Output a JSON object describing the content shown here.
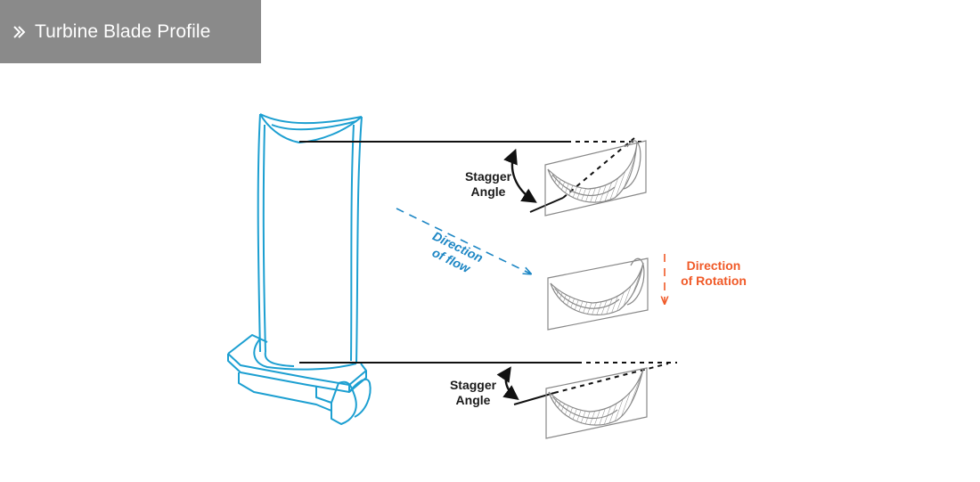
{
  "header": {
    "title": "Turbine Blade Profile",
    "icon": "chevron-double-right-icon"
  },
  "labels": {
    "stagger_top_line1": "Stagger",
    "stagger_top_line2": "Angle",
    "stagger_bottom_line1": "Stagger",
    "stagger_bottom_line2": "Angle",
    "flow_line1": "Direction",
    "flow_line2": "of flow",
    "rotation_line1": "Direction",
    "rotation_line2": "of Rotation"
  },
  "colors": {
    "blade": "#1c9fd1",
    "flow": "#1c86c4",
    "rotation": "#f05a28",
    "lines": "#111111",
    "profile": "#888888",
    "header_bg": "#8a8a8a"
  }
}
